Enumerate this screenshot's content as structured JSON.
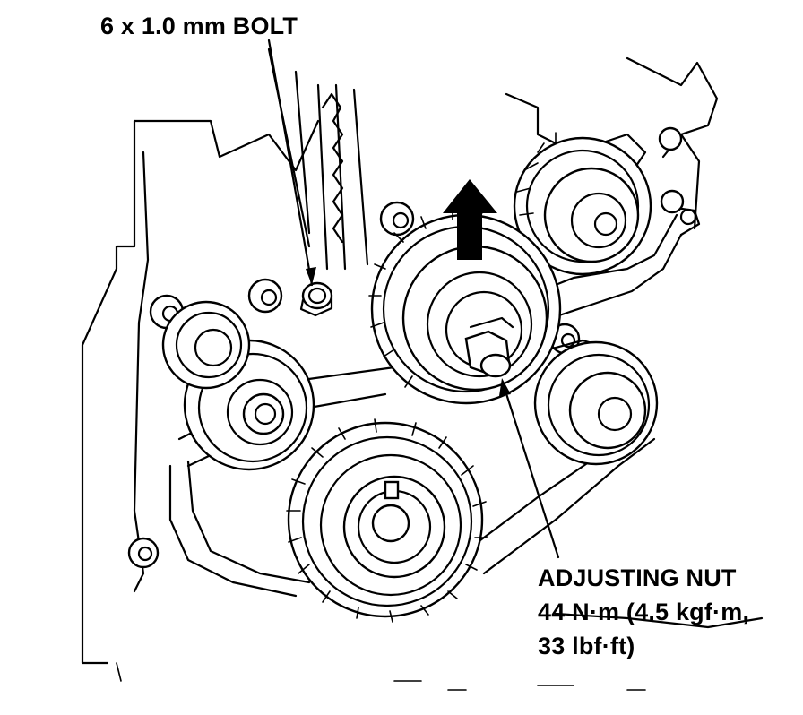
{
  "labels": {
    "bolt": "6 x 1.0 mm BOLT",
    "adjusting_nut_title": "ADJUSTING NUT",
    "adjusting_nut_torque_1": "44 N·m (4.5 kgf·m,",
    "adjusting_nut_torque_2": "33 lbf·ft)"
  },
  "colors": {
    "ink": "#000000",
    "paper": "#ffffff"
  }
}
